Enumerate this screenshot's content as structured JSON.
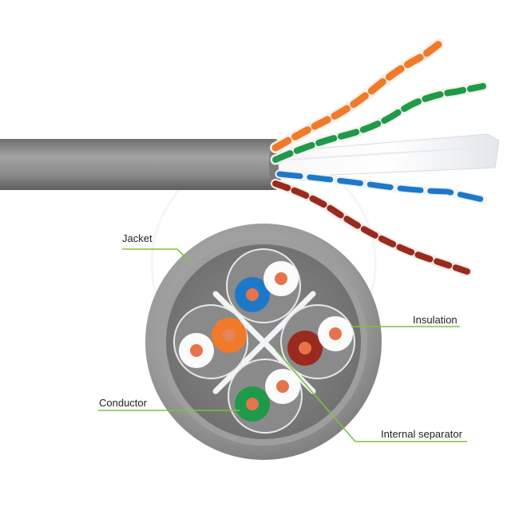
{
  "labels": {
    "jacket": "Jacket",
    "insulation": "Insulation",
    "conductor": "Conductor",
    "internal_separator": "Internal separator"
  },
  "colors": {
    "jacket": "#8d8d8d",
    "leader_line": "#7cc242",
    "orange": "#f07a2a",
    "green": "#1e9a4a",
    "blue": "#1e78c8",
    "brown": "#9a2a1e",
    "white_stripe": "#f4f1ec"
  }
}
